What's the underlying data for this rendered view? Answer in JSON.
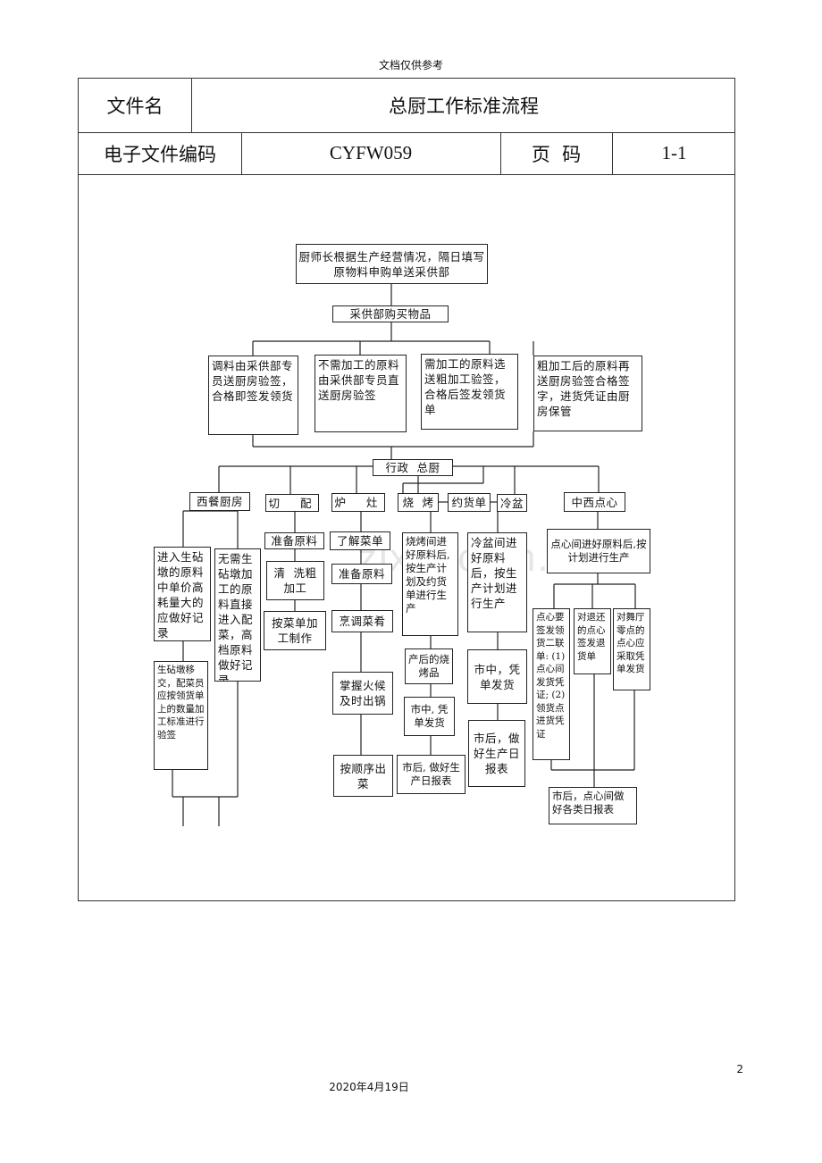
{
  "top_note": "文档仅供参考",
  "header": {
    "file_name_label": "文件名",
    "title": "总厨工作标准流程",
    "code_label": "电子文件编码",
    "code": "CYFW059",
    "page_label": "页  码",
    "page_value": "1-1"
  },
  "flow": {
    "top_box": "厨师长根据生产经营情况，隔日填写原物料申购单送采供部",
    "purchase": "采供部购买物品",
    "channels": [
      "调料由采供部专员送厨房验签，合格即签发领货",
      "不需加工的原料由采供部专员直送厨房验签",
      "需加工的原料选送粗加工验签，合格后签发领货单",
      "粗加工后的原料再送厨房验签合格签字，进货凭证由厨房保管"
    ],
    "admin": "行政  总厨",
    "departments": {
      "western": "西餐厨房",
      "cutting": "切  配",
      "stove": "炉  灶",
      "bbq": "烧  烤",
      "order": "约货单",
      "cold": "冷盆",
      "pastry": "中西点心"
    },
    "western_a": "进入生砧墩的原料中单价高耗量大的应做好记录",
    "western_b": "无需生砧墩加工的原料直接进入配菜，高档原料做好记录",
    "western_c": "生砧墩移交，配菜员应按领货单上的数量加工标准进行验签",
    "cutting_1": "准备原料",
    "cutting_2": "清  洗粗加工",
    "cutting_3": "按菜单加工制作",
    "stove_1": "了解菜单",
    "stove_2": "准备原料",
    "stove_3": "烹调菜肴",
    "stove_4": "掌握火候及时出锅",
    "stove_5": "按顺序出  菜",
    "bbq_1": "烧烤间进好原料后,按生产计划及约货单进行生产",
    "bbq_2": "产后的烧烤品",
    "bbq_3": "市中, 凭单发货",
    "bbq_4": "市后, 做好生产日报表",
    "cold_1": "冷盆间进好原料后，按生产计划进行生产",
    "cold_2": "市中，凭单发货",
    "cold_3": "市后，做好生产日报表",
    "pastry_1": "点心间进好原料后,按计划进行生产",
    "pastry_a": "点心要签发领货二联单: (1)点心间发货凭证; (2)领货点进货凭证",
    "pastry_b": "对退还的点心签发退货单",
    "pastry_c": "对舞厅零点的点心应采取凭单发货",
    "pastry_end": "市后，点心间做好各类日报表"
  },
  "watermark": "zixin.com.cn",
  "page_number": "2",
  "date": "2020年4月19日"
}
